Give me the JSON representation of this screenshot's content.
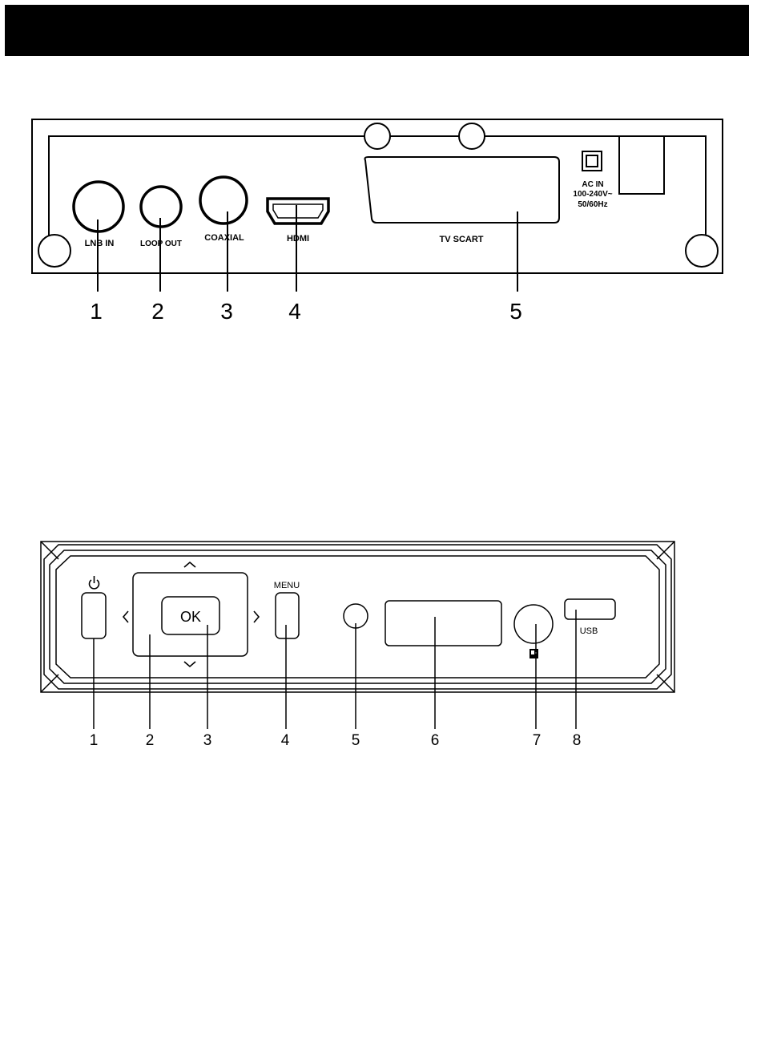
{
  "rear_panel": {
    "ports": {
      "lnb_in": "LNB IN",
      "loop_out": "LOOP OUT",
      "coaxial": "COAXIAL",
      "hdmi": "HDMI",
      "tv_scart": "TV SCART"
    },
    "power": {
      "line1": "AC IN",
      "line2": "100-240V~",
      "line3": "50/60Hz"
    },
    "callouts": [
      "1",
      "2",
      "3",
      "4",
      "5"
    ]
  },
  "front_panel": {
    "ok_label": "OK",
    "menu_label": "MENU",
    "usb_label": "USB",
    "callouts": [
      "1",
      "2",
      "3",
      "4",
      "5",
      "6",
      "7",
      "8"
    ],
    "icons": [
      "power-icon",
      "chevron-up-icon",
      "chevron-down-icon",
      "chevron-left-icon",
      "chevron-right-icon",
      "card-icon"
    ]
  }
}
